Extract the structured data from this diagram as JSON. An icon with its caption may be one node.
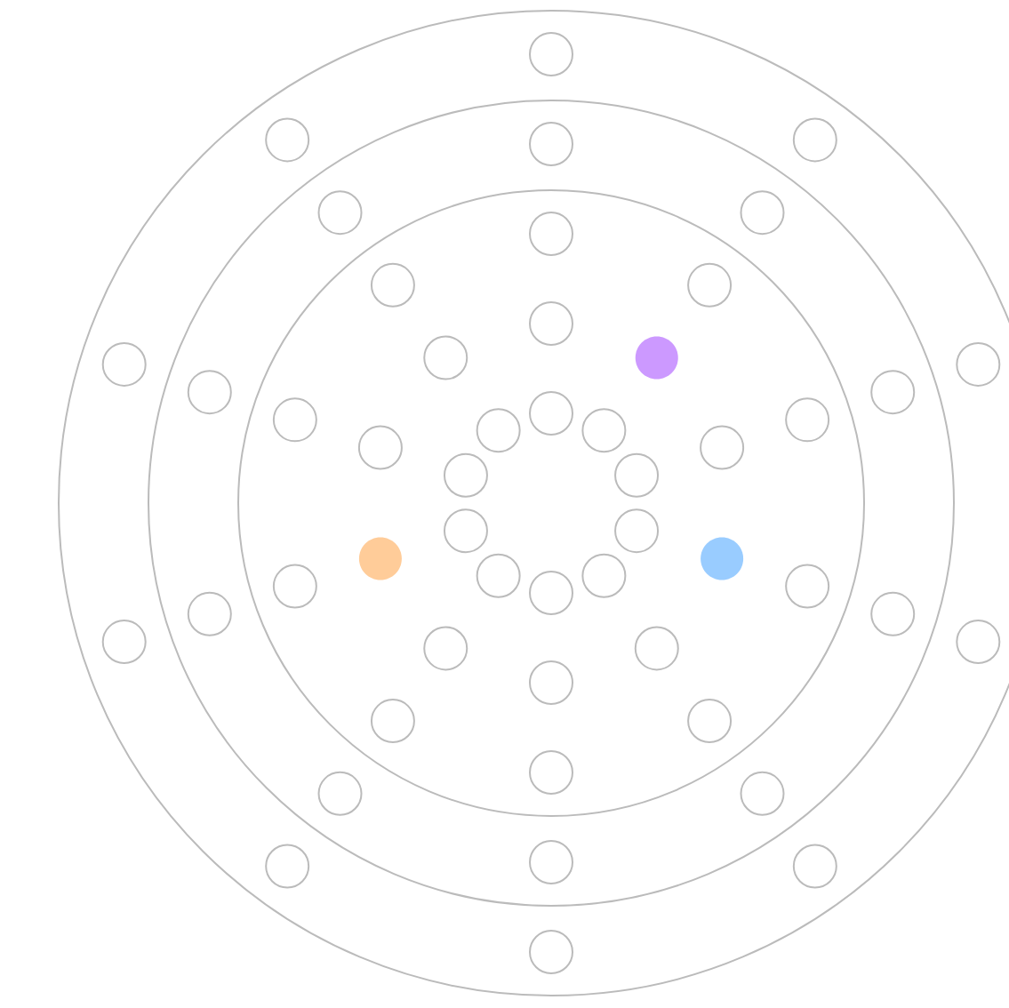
{
  "diagram": {
    "nodes": [
      {
        "text": [],
        "shape": "circle"
      },
      {
        "text": [],
        "shape": "circle",
        "in": 0
      },
      {
        "text": [],
        "shape": "circle",
        "in": 1
      },
      {
        "text": [],
        "shape": "circle",
        "in": 0
      },
      {
        "text": [],
        "shape": "circle",
        "in": 0
      },
      {
        "text": [],
        "shape": "circle",
        "in": 0
      },
      {
        "text": [],
        "shape": "circle",
        "in": 0
      },
      {
        "text": [],
        "shape": "circle",
        "in": 0
      },
      {
        "text": [],
        "shape": "circle",
        "in": 0
      },
      {
        "text": [],
        "shape": "circle",
        "in": 0
      },
      {
        "text": [],
        "shape": "circle",
        "in": 0
      },
      {
        "text": [],
        "shape": "circle",
        "in": 0
      },
      {
        "text": [],
        "shape": "circle",
        "in": 0
      },
      {
        "text": [],
        "shape": "circle",
        "in": 1
      },
      {
        "text": [],
        "shape": "circle",
        "in": 1
      },
      {
        "text": [],
        "shape": "circle",
        "in": 1
      },
      {
        "text": [],
        "shape": "circle",
        "in": 1
      },
      {
        "text": [],
        "shape": "circle",
        "in": 1
      },
      {
        "text": [],
        "shape": "circle",
        "in": 1
      },
      {
        "text": [],
        "shape": "circle",
        "in": 1
      },
      {
        "text": [],
        "shape": "circle",
        "in": 1
      },
      {
        "text": [],
        "shape": "circle",
        "in": 1
      },
      {
        "text": [],
        "shape": "circle",
        "in": 1
      },
      {
        "text": [],
        "shape": "circle",
        "in": 2
      },
      {
        "text": [],
        "shape": "circle",
        "in": 2
      },
      {
        "text": [],
        "shape": "circle",
        "in": 2
      },
      {
        "text": [],
        "shape": "circle",
        "in": 2
      },
      {
        "text": [],
        "shape": "circle",
        "in": 2
      },
      {
        "text": [],
        "shape": "circle",
        "in": 2
      },
      {
        "text": [],
        "shape": "circle",
        "in": 2
      },
      {
        "text": [],
        "shape": "circle",
        "in": 2
      },
      {
        "text": [],
        "shape": "circle",
        "in": 2
      },
      {
        "text": [],
        "shape": "circle",
        "in": 2
      },
      {
        "text": [],
        "shape": "circle",
        "in": 2
      },
      {
        "text": [],
        "shape": "circle",
        "in": 2
      },
      {
        "text": [],
        "shape": "circle",
        "in": 2
      },
      {
        "text": [],
        "shape": "circle",
        "in": 2
      },
      {
        "text": [],
        "shape": "circle",
        "in": 2
      },
      {
        "text": [],
        "shape": "circle",
        "in": 2
      },
      {
        "text": [],
        "shape": "circle",
        "in": 2
      },
      {
        "text": [],
        "shape": "circle",
        "in": 2
      },
      {
        "text": [],
        "shape": "circle",
        "in": 2
      },
      {
        "text": [],
        "shape": "circle",
        "in": 2
      },
      {
        "text": [],
        "shape": "circle",
        "in": 2
      },
      {
        "text": [],
        "shape": "circle",
        "in": 2
      },
      {
        "text": [],
        "shape": "circle",
        "in": 2
      },
      {
        "text": [],
        "shape": "circle",
        "in": 2
      },
      {
        "text": [],
        "shape": "circle",
        "in": 2
      },
      {
        "text": [],
        "shape": "circle",
        "in": 2
      },
      {
        "text": [],
        "shape": "circle",
        "in": 2
      },
      {
        "text": [],
        "shape": "circle",
        "in": 2
      },
      {
        "text": [],
        "shape": "circle",
        "in": 2
      },
      {
        "text": [],
        "shape": "circle",
        "in": 2
      }
    ]
  }
}
